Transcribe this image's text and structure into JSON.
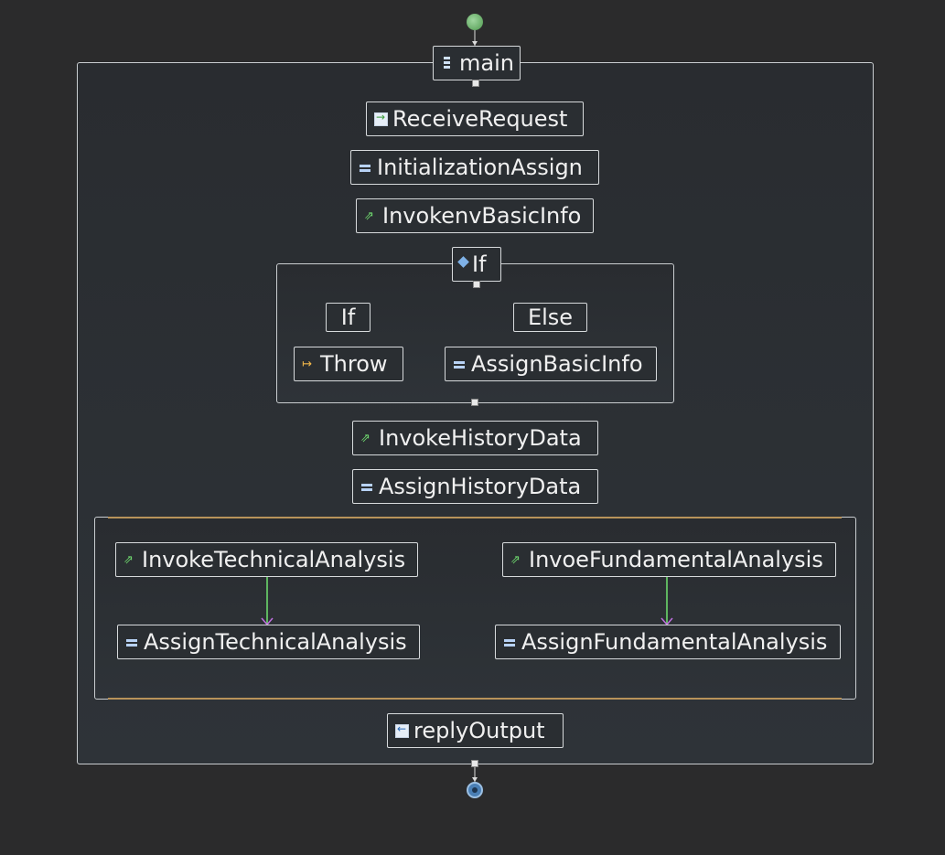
{
  "process": {
    "main_label": "main",
    "receive_label": "ReceiveRequest",
    "init_assign_label": "InitializationAssign",
    "invoke_basic_label": "InvokenvBasicInfo",
    "if_label": "If",
    "if_branch_label": "If",
    "else_branch_label": "Else",
    "throw_label": "Throw",
    "assign_basic_label": "AssignBasicInfo",
    "invoke_history_label": "InvokeHistoryData",
    "assign_history_label": "AssignHistoryData",
    "invoke_technical_label": "InvokeTechnicalAnalysis",
    "invoke_fundamental_label": "InvoeFundamentalAnalysis",
    "assign_technical_label": "AssignTechnicalAnalysis",
    "assign_fundamental_label": "AssignFundamentalAnalysis",
    "reply_label": "replyOutput"
  },
  "icons": {
    "main": "sequence-icon",
    "receive": "receive-icon",
    "assign": "assign-icon",
    "invoke": "invoke-icon",
    "if": "if-icon",
    "throw": "throw-icon",
    "reply": "reply-icon"
  },
  "colors": {
    "background": "#2b2b2c",
    "node_border": "#d7dadc",
    "connector": "#dcdcdc",
    "flow_link": "#6fe26f",
    "flow_link_arrow": "#c070e0",
    "parallel_bar": "#b8935a",
    "start": "#6fb26f",
    "end": "#4a7fb5"
  }
}
